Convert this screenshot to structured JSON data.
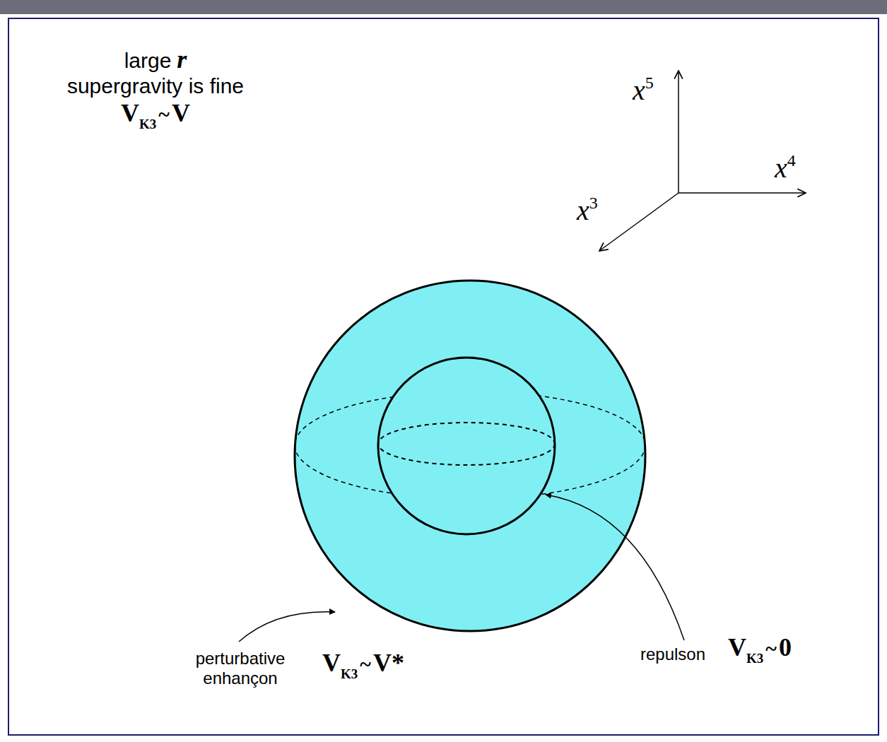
{
  "diagram": {
    "labels": [
      "large",
      "r",
      "supergravity is fine",
      "V",
      "K3",
      "~",
      "V",
      "x",
      "5",
      "x",
      "4",
      "x",
      "3",
      "perturbative enhançon",
      "V",
      "K3",
      "~",
      "V*",
      "repulson",
      "V",
      "K3",
      "~",
      "0"
    ]
  }
}
